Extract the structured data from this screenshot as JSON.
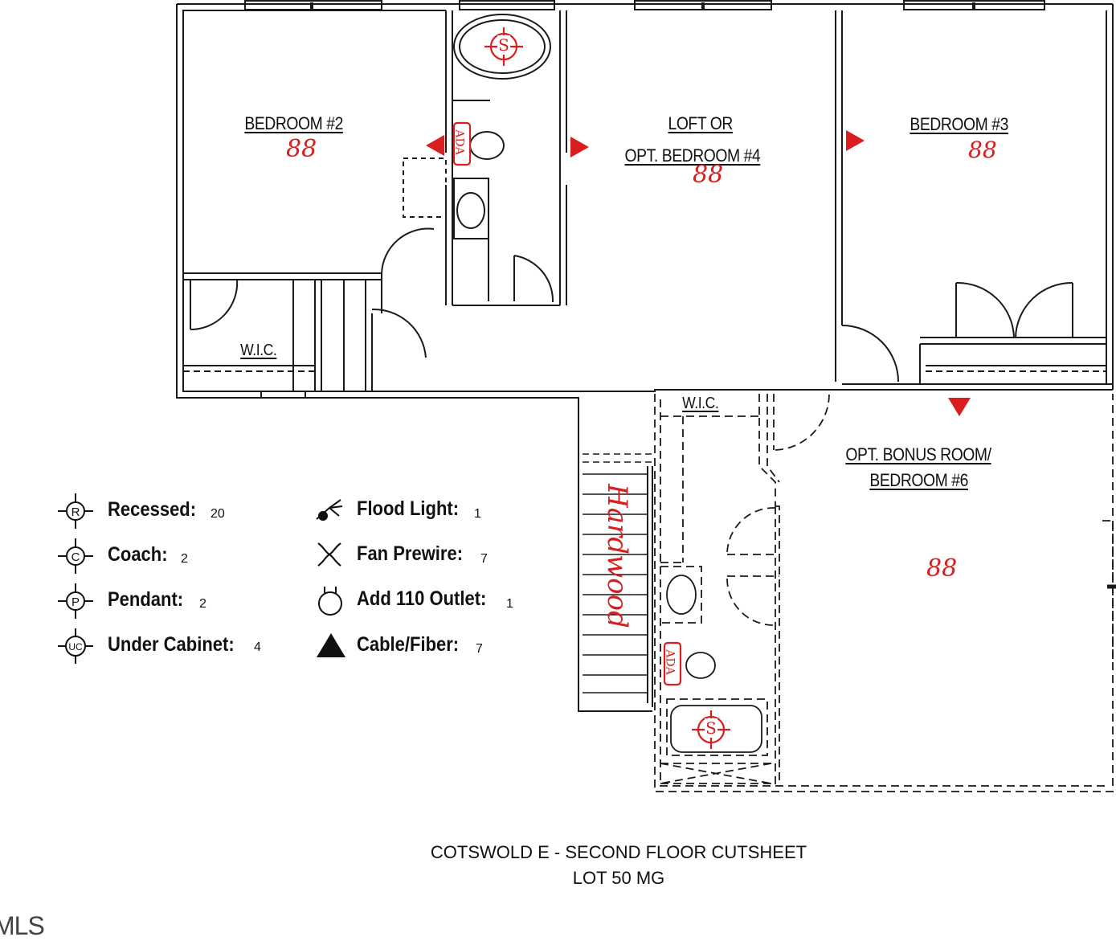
{
  "rooms": {
    "bedroom2": "BEDROOM #2",
    "loft_line1": "LOFT OR",
    "loft_line2": "OPT. BEDROOM #4",
    "bedroom3": "BEDROOM #3",
    "wic1": "W.I.C.",
    "wic2": "W.I.C.",
    "bonus_line1": "OPT. BONUS ROOM/",
    "bonus_line2": "BEDROOM #6"
  },
  "annotations": {
    "room_codes": [
      "88",
      "88",
      "88",
      "88"
    ],
    "ada_marks": [
      "ADA",
      "ADA"
    ],
    "shower_marks": [
      "S",
      "S"
    ],
    "stairs_text": "Hardwood"
  },
  "legend": [
    {
      "icon": "recessed-light-icon",
      "symbol": "R",
      "label": "Recessed:",
      "value": "20"
    },
    {
      "icon": "coach-light-icon",
      "symbol": "C",
      "label": "Coach:",
      "value": "2"
    },
    {
      "icon": "pendant-light-icon",
      "symbol": "P",
      "label": "Pendant:",
      "value": "2"
    },
    {
      "icon": "under-cabinet-light-icon",
      "symbol": "UC",
      "label": "Under Cabinet:",
      "value": "4"
    },
    {
      "icon": "flood-light-icon",
      "label": "Flood Light:",
      "value": "1"
    },
    {
      "icon": "fan-prewire-icon",
      "label": "Fan Prewire:",
      "value": "7"
    },
    {
      "icon": "outlet-icon",
      "label": "Add 110 Outlet:",
      "value": "1"
    },
    {
      "icon": "cable-fiber-triangle-icon",
      "label": "Cable/Fiber:",
      "value": "7"
    }
  ],
  "title": {
    "line1": "COTSWOLD E - SECOND FLOOR CUTSHEET",
    "line2": "LOT 50 MG"
  },
  "watermark": "MLS",
  "colors": {
    "ink": "#111111",
    "markup_red": "#d81e1e"
  }
}
